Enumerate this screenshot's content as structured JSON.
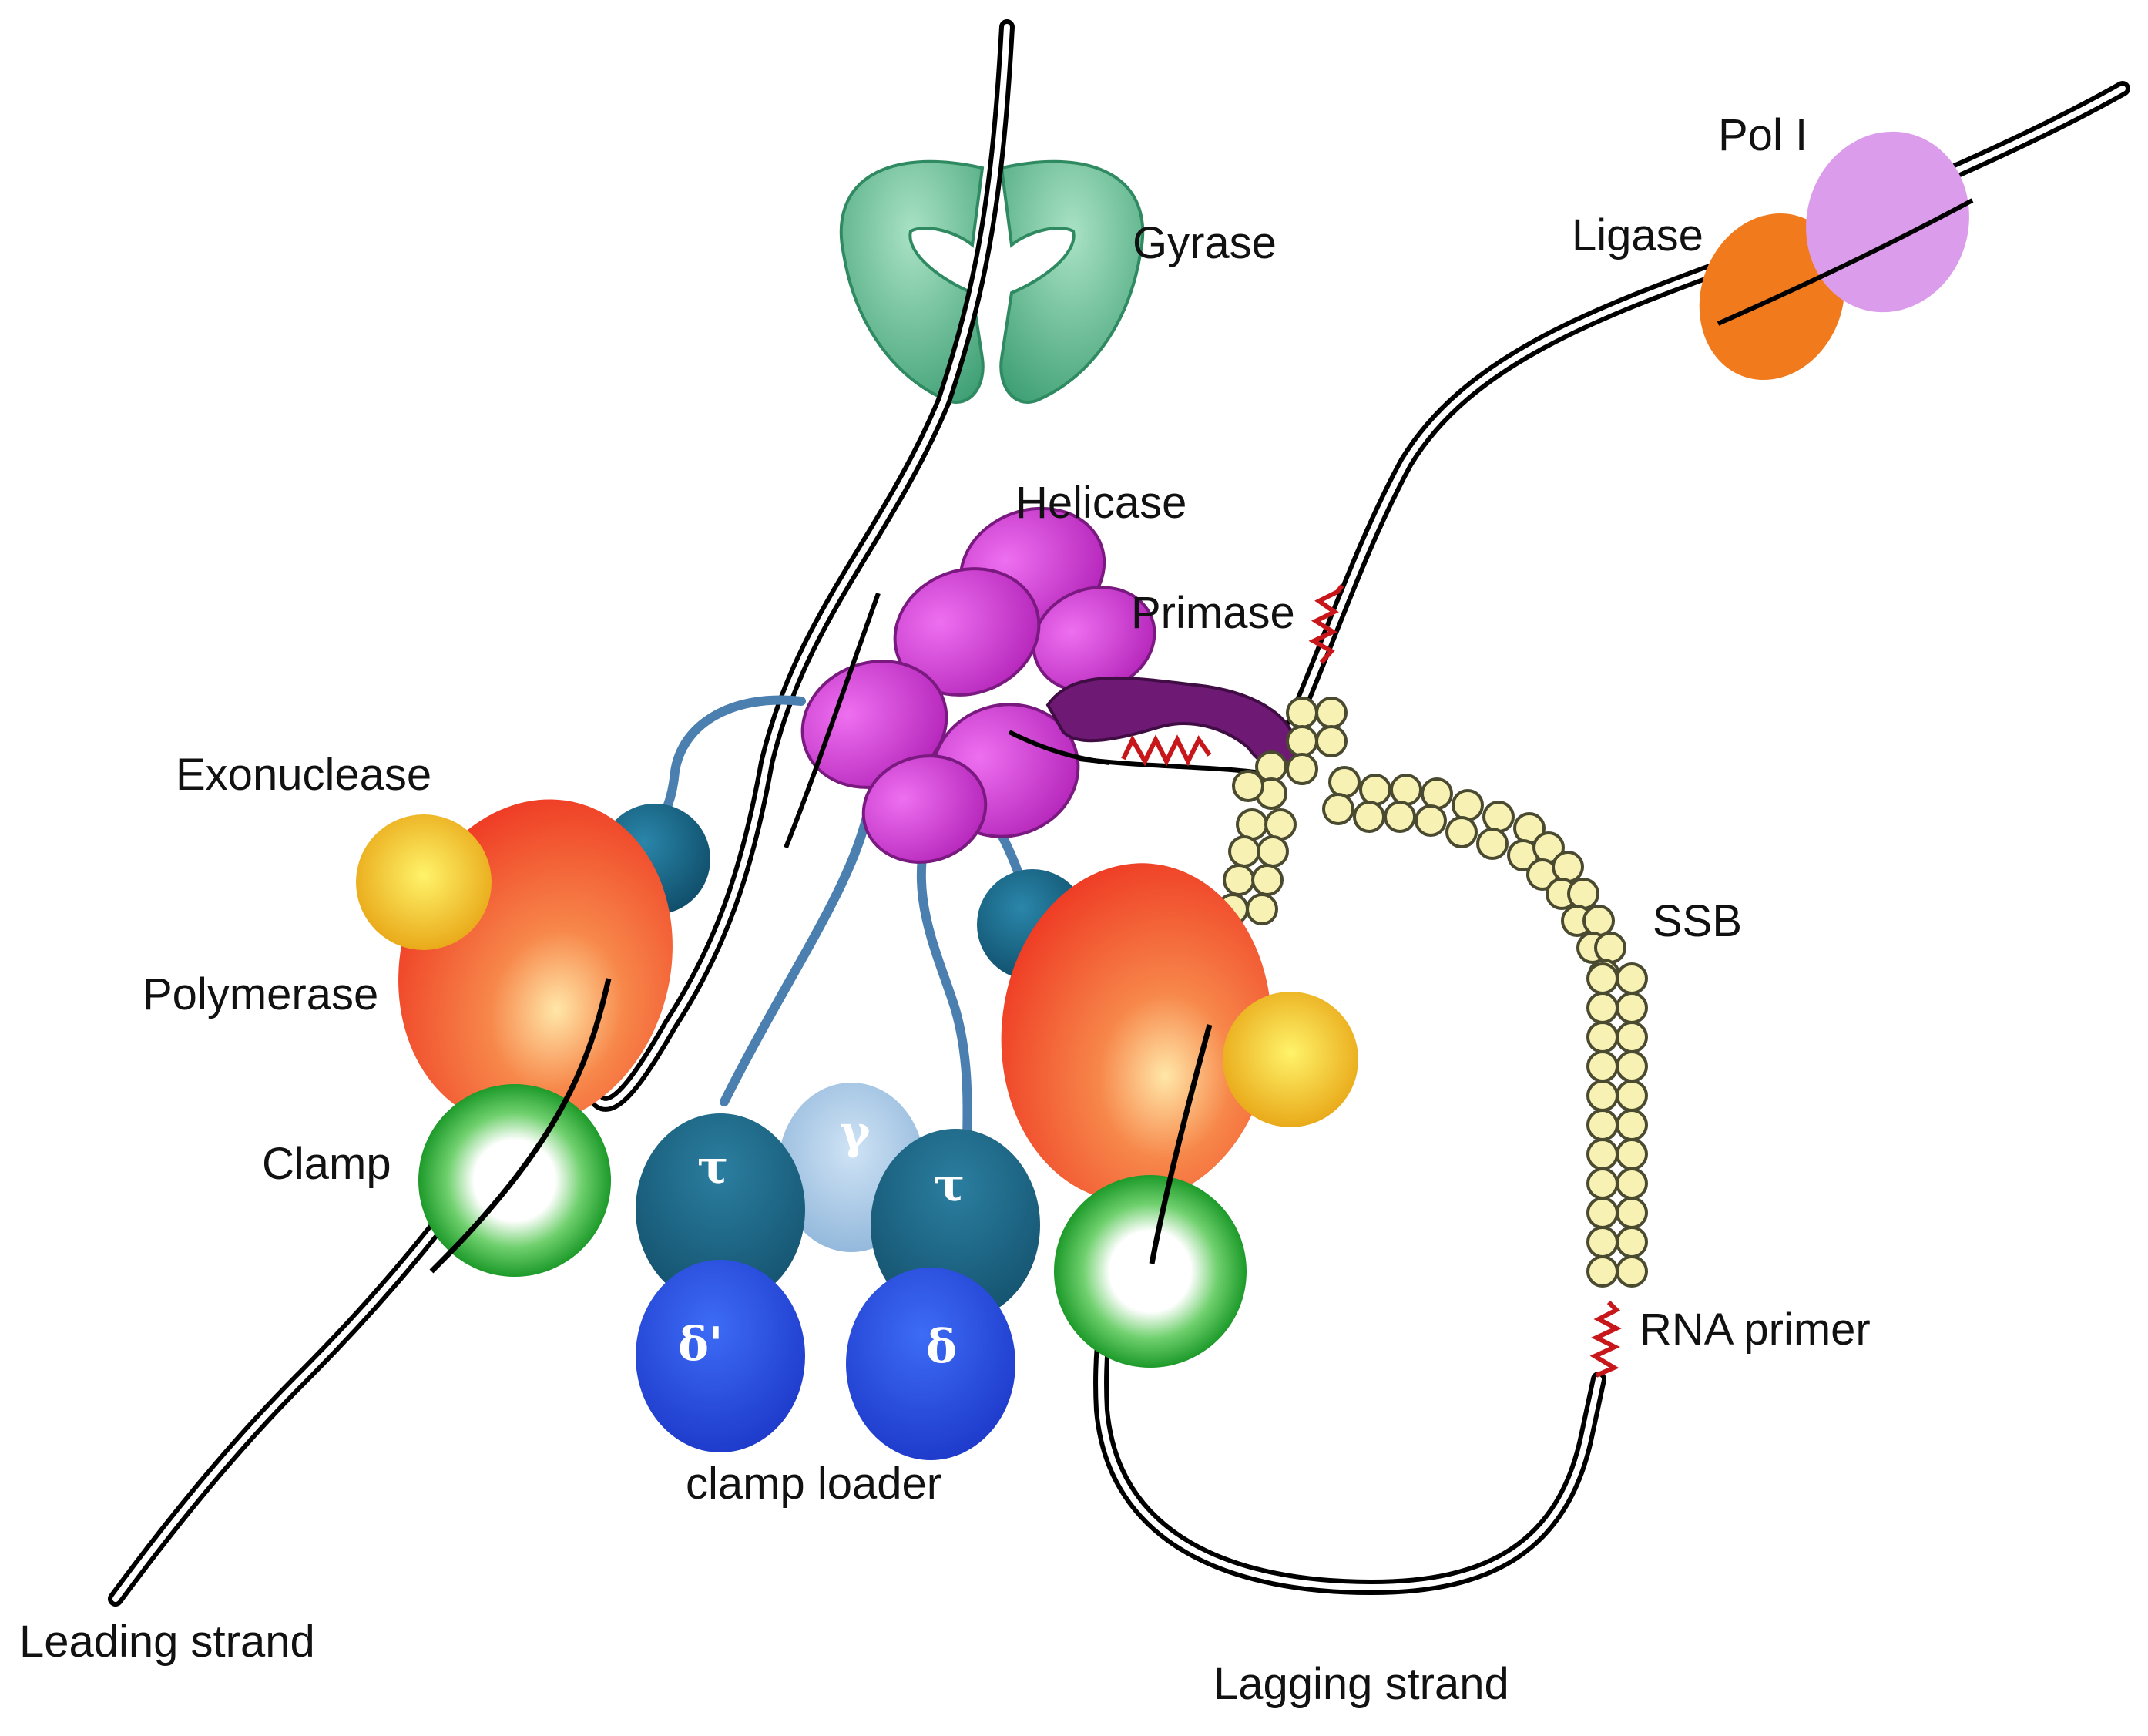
{
  "labels": {
    "gyrase": "Gyrase",
    "pol_i": "Pol I",
    "ligase": "Ligase",
    "helicase": "Helicase",
    "primase": "Primase",
    "exonuclease": "Exonuclease",
    "polymerase": "Polymerase",
    "clamp": "Clamp",
    "ssb": "SSB",
    "rna_primer": "RNA primer",
    "clamp_loader": "clamp loader",
    "leading_strand": "Leading strand",
    "lagging_strand": "Lagging strand"
  },
  "subunits": {
    "tau_left": "τ",
    "gamma": "γ",
    "tau_right": "τ",
    "delta_prime": "δ'",
    "delta": "δ"
  },
  "colors": {
    "gyrase": "#5fb890",
    "helicase": "#c837c8",
    "primase": "#6e1a74",
    "polymerase": "#ef3d24",
    "exonuclease": "#f0c419",
    "tether": "#1d6a8a",
    "clamp": "#22a332",
    "tau": "#17607f",
    "gamma": "#9fc3e3",
    "delta": "#2a4fe0",
    "ligase": "#f07a1c",
    "pol_i": "#dc9cec",
    "ssb": "#f7f2b4",
    "rna_primer": "#c8171b",
    "connector": "#4a7fb0"
  }
}
